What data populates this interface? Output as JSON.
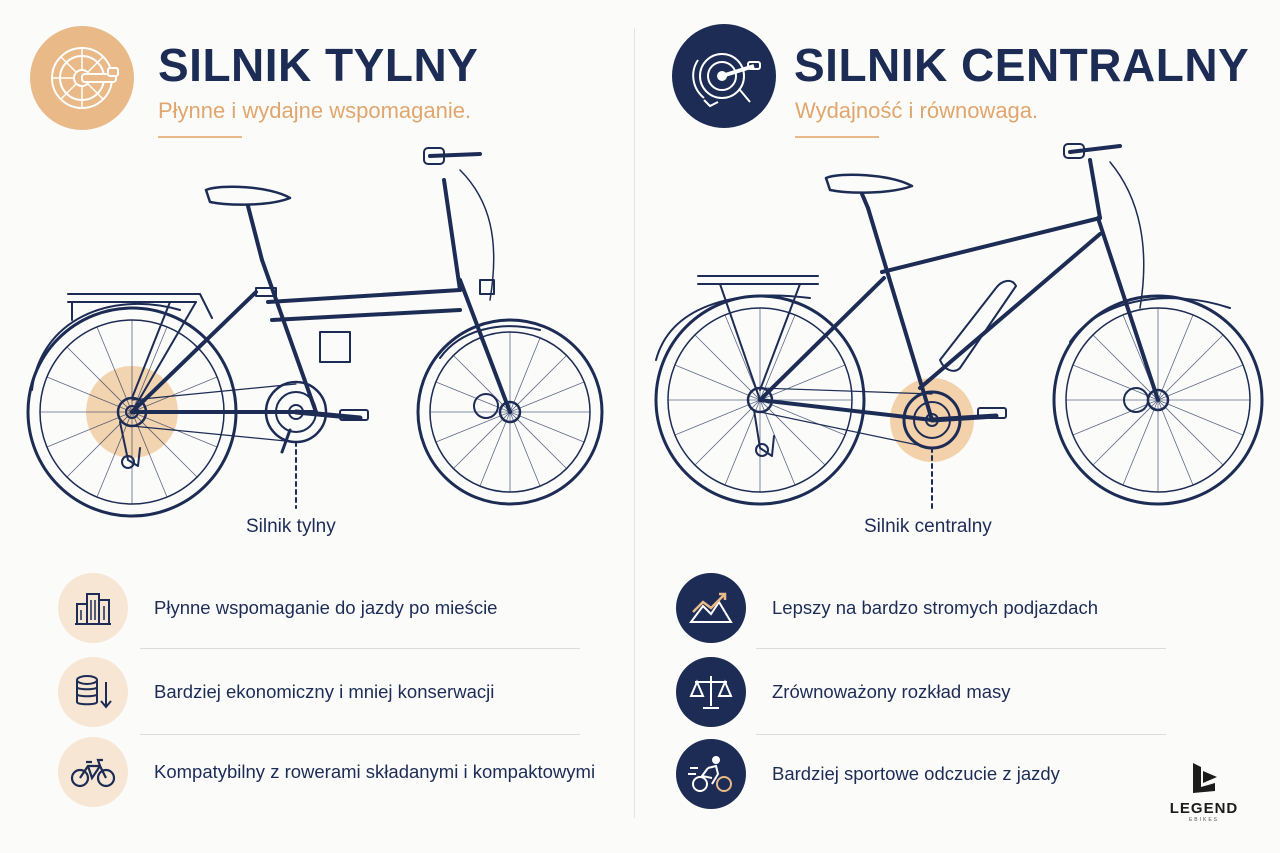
{
  "left": {
    "title": "SILNIK TYLNY",
    "subtitle": "Płynne i wydajne wspomaganie.",
    "motor_label": "Silnik tylny",
    "badge_icon": "crank-wheel-icon",
    "features": [
      {
        "icon": "city-buildings-icon",
        "text": "Płynne wspomaganie do jazdy po mieście"
      },
      {
        "icon": "coins-down-icon",
        "text": "Bardziej ekonomiczny i mniej konserwacji"
      },
      {
        "icon": "bicycle-icon",
        "text": "Kompatybilny z rowerami składanymi i kompaktowymi"
      }
    ]
  },
  "right": {
    "title": "SILNIK CENTRALNY",
    "subtitle": "Wydajność i równowaga.",
    "motor_label": "Silnik centralny",
    "badge_icon": "mid-motor-crank-icon",
    "features": [
      {
        "icon": "mountain-climb-icon",
        "text": "Lepszy na bardzo stromych podjazdach"
      },
      {
        "icon": "balance-scale-icon",
        "text": "Zrównoważony rozkład masy"
      },
      {
        "icon": "cyclist-sport-icon",
        "text": "Bardziej sportowe odczucie z jazdy"
      }
    ]
  },
  "logo": {
    "word": "LEGEND",
    "sub": "EBIKES"
  },
  "colors": {
    "navy": "#1c2c55",
    "accent": "#e9b988",
    "accent_text": "#e0a66d",
    "accent_light": "#f7e6d3"
  }
}
